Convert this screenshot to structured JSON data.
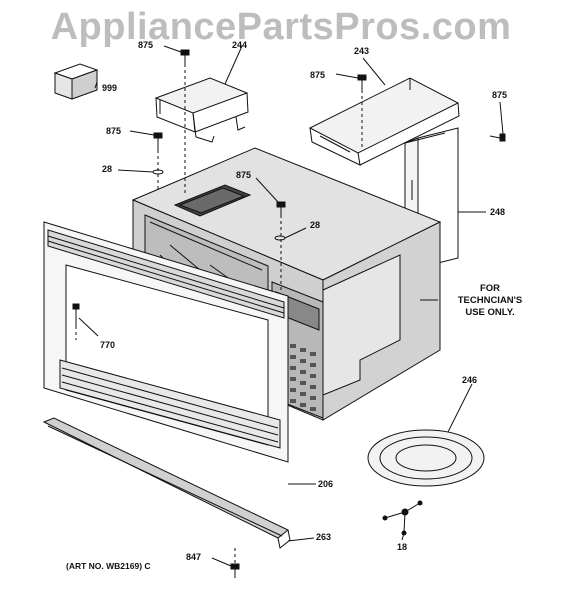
{
  "watermark": "AppliancePartsPros.com",
  "callouts": {
    "p875_top": "875",
    "p244": "244",
    "p999": "999",
    "p243": "243",
    "p875_243": "875",
    "p875_right": "875",
    "p875_left": "875",
    "p28_left": "28",
    "p875_mid": "875",
    "p28_mid": "28",
    "p248": "248",
    "p770": "770",
    "p246": "246",
    "p206": "206",
    "p263": "263",
    "p18": "18",
    "p847": "847"
  },
  "note": {
    "line1": "FOR",
    "line2": "TECHNCIAN'S",
    "line3": "USE ONLY."
  },
  "art_number": "(ART NO. WB2169) C"
}
